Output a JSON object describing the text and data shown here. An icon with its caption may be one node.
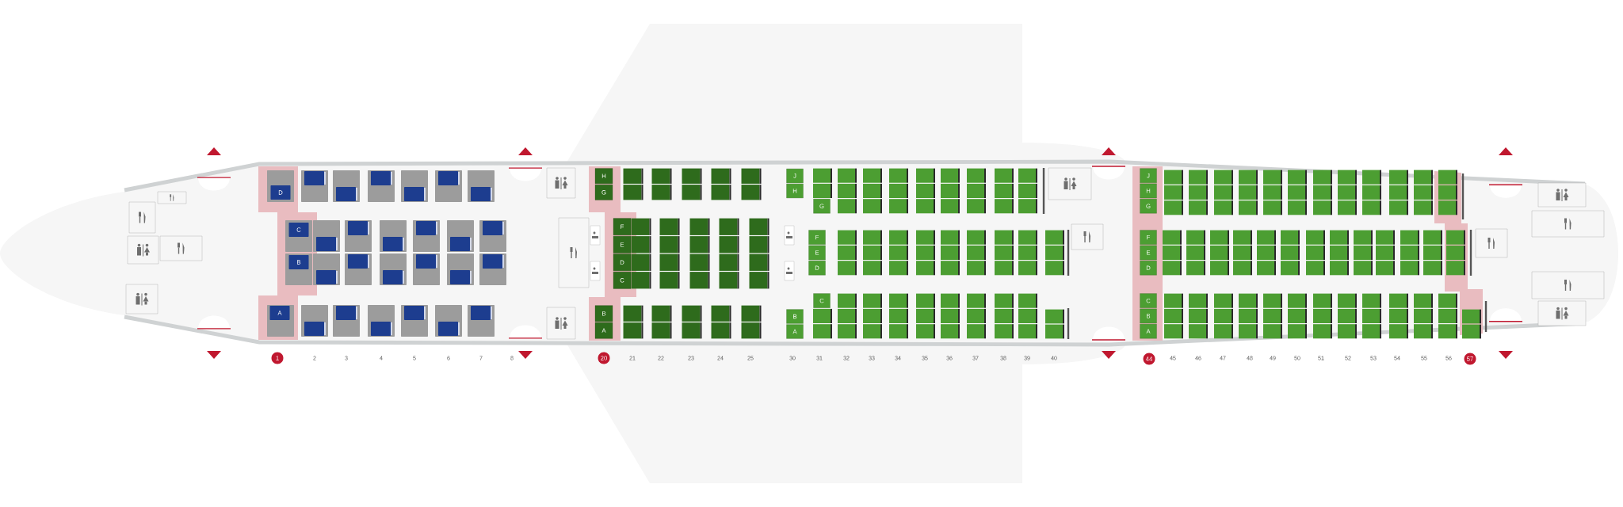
{
  "diagram": {
    "nodes": [
      {
        "text": [
          "D"
        ]
      },
      {
        "text": [
          "C"
        ]
      },
      {
        "text": [
          "B"
        ]
      },
      {
        "text": [
          "A"
        ]
      },
      {
        "text": [
          "1"
        ]
      },
      {
        "text": [
          "H"
        ]
      },
      {
        "text": [
          "G"
        ]
      },
      {
        "text": [
          "F"
        ]
      },
      {
        "text": [
          "E"
        ]
      },
      {
        "text": [
          "D"
        ]
      },
      {
        "text": [
          "C"
        ]
      },
      {
        "text": [
          "B"
        ]
      },
      {
        "text": [
          "A"
        ]
      },
      {
        "text": [
          "20"
        ]
      },
      {
        "text": [
          "J"
        ]
      },
      {
        "text": [
          "H"
        ]
      },
      {
        "text": [
          "B"
        ]
      },
      {
        "text": [
          "A"
        ]
      },
      {
        "text": [
          "G"
        ]
      },
      {
        "text": [
          "F"
        ]
      },
      {
        "text": [
          "E"
        ]
      },
      {
        "text": [
          "D"
        ]
      },
      {
        "text": [
          "C"
        ]
      },
      {
        "text": [
          "J"
        ]
      },
      {
        "text": [
          "H"
        ]
      },
      {
        "text": [
          "G"
        ]
      },
      {
        "text": [
          "F"
        ]
      },
      {
        "text": [
          "E"
        ]
      },
      {
        "text": [
          "D"
        ]
      },
      {
        "text": [
          "C"
        ]
      },
      {
        "text": [
          "B"
        ]
      },
      {
        "text": [
          "A"
        ]
      },
      {
        "text": [
          "44"
        ]
      },
      {
        "text": [
          "57"
        ]
      }
    ],
    "labels": [
      "2",
      "3",
      "4",
      "5",
      "6",
      "7",
      "8",
      "21",
      "22",
      "23",
      "24",
      "25",
      "30",
      "31",
      "32",
      "33",
      "34",
      "35",
      "36",
      "37",
      "38",
      "39",
      "40",
      "45",
      "46",
      "47",
      "48",
      "49",
      "50",
      "51",
      "52",
      "53",
      "54",
      "55",
      "56"
    ]
  }
}
